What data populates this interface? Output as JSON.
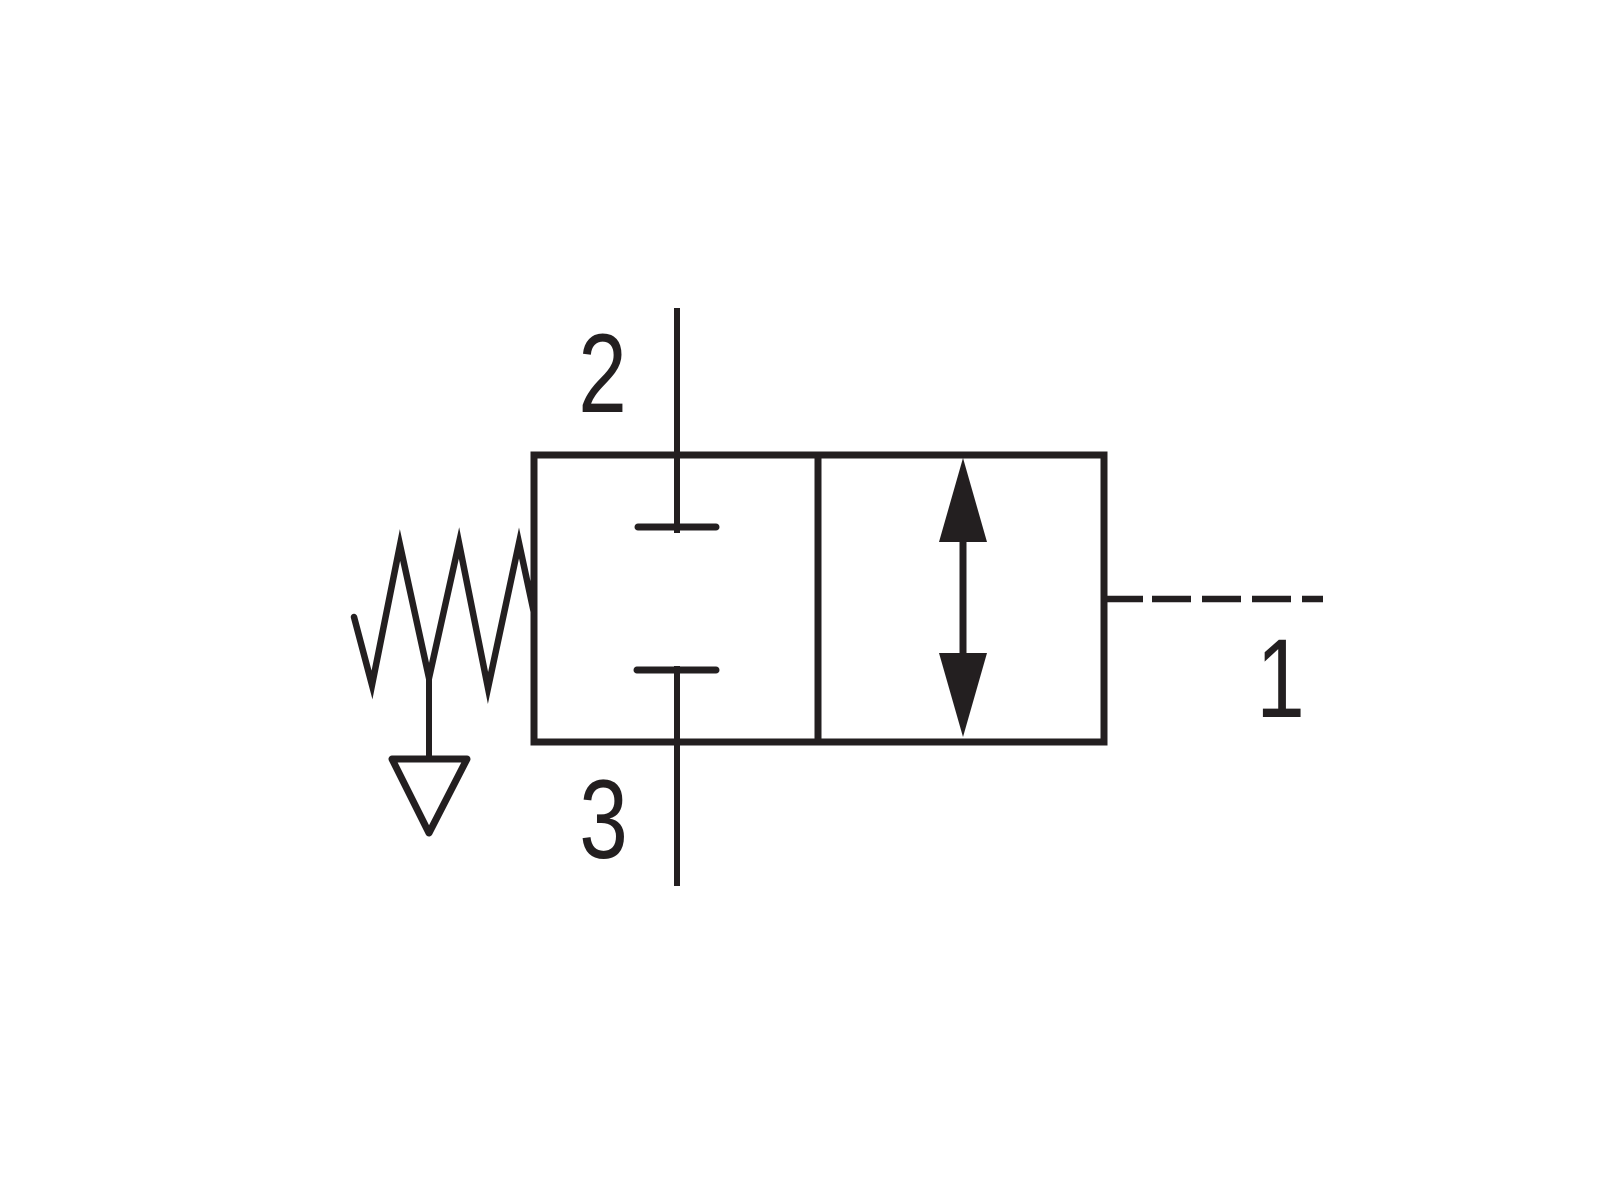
{
  "diagram": {
    "kind": "valve-schematic-symbol",
    "ports": {
      "top": {
        "label": "2"
      },
      "bottom": {
        "label": "3"
      },
      "pilot": {
        "label": "1"
      }
    },
    "icons": {
      "spring": "spring-return-icon",
      "exhaust": "exhaust-vent-triangle-icon",
      "blocked_port": "blocked-port-t-icon",
      "flow": "two-way-flow-arrow-icon",
      "pilot_line": "dashed-pilot-line"
    },
    "colors": {
      "ink": "#231f20",
      "background": "#ffffff"
    }
  }
}
